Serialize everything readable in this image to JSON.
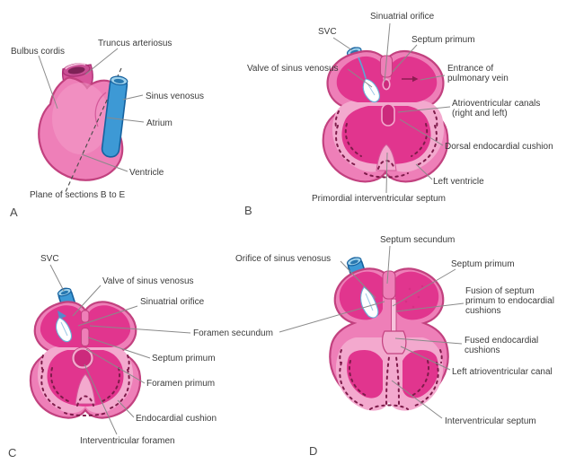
{
  "figure": {
    "panel_a": {
      "letter": "A",
      "labels": {
        "bulbus_cordis": "Bulbus cordis",
        "truncus_arteriosus": "Truncus arteriosus",
        "sinus_venosus": "Sinus venosus",
        "atrium": "Atrium",
        "ventricle": "Ventricle",
        "plane_of_sections": "Plane of sections B to E"
      }
    },
    "panel_b": {
      "letter": "B",
      "labels": {
        "svc": "SVC",
        "sinuatrial_orifice": "Sinuatrial orifice",
        "septum_primum": "Septum primum",
        "valve_of_sinus_venosus": "Valve of sinus venosus",
        "entrance_of_pulmonary_vein": "Entrance of\npulmonary vein",
        "atrioventricular_canals": "Atrioventricular canals\n(right and left)",
        "dorsal_endocardial_cushion": "Dorsal endocardial cushion",
        "left_ventricle": "Left ventricle",
        "primordial_interventricular_septum": "Primordial interventricular septum"
      }
    },
    "panel_c": {
      "letter": "C",
      "labels": {
        "svc": "SVC",
        "valve_of_sinus_venosus": "Valve of sinus venosus",
        "sinuatrial_orifice": "Sinuatrial orifice",
        "foramen_secundum": "Foramen secundum",
        "septum_primum": "Septum primum",
        "foramen_primum": "Foramen primum",
        "endocardial_cushion": "Endocardial cushion",
        "interventricular_foramen": "Interventricular foramen"
      }
    },
    "panel_d": {
      "letter": "D",
      "labels": {
        "septum_secundum": "Septum secundum",
        "orifice_of_sinus_venosus": "Orifice of sinus venosus",
        "septum_primum": "Septum primum",
        "fusion_of_septum_primum": "Fusion of septum\nprimum to endocardial\ncushions",
        "fused_endocardial_cushions": "Fused endocardial\ncushions",
        "left_atrioventricular_canal": "Left atrioventricular canal",
        "interventricular_septum": "Interventricular septum"
      }
    }
  },
  "colors": {
    "heart_wall_pink": "#ee7fb8",
    "trabecular_band_pink": "#f3a9ce",
    "chamber_magenta": "#e1358e",
    "outline_magenta": "#c2417f",
    "stipple_maroon": "#7e1b4a",
    "vessel_blue": "#3d99d5",
    "vessel_blue_dark": "#16629f",
    "vessel_blue_light": "#9fd2ec",
    "leader_line_gray": "#8a8a8a",
    "label_text": "#3b3b3b",
    "dashed_line_gray": "#4d4d4d",
    "hole_magenta": "#cc2a7c",
    "arrow_maroon": "#8c1d52",
    "background": "#ffffff"
  }
}
